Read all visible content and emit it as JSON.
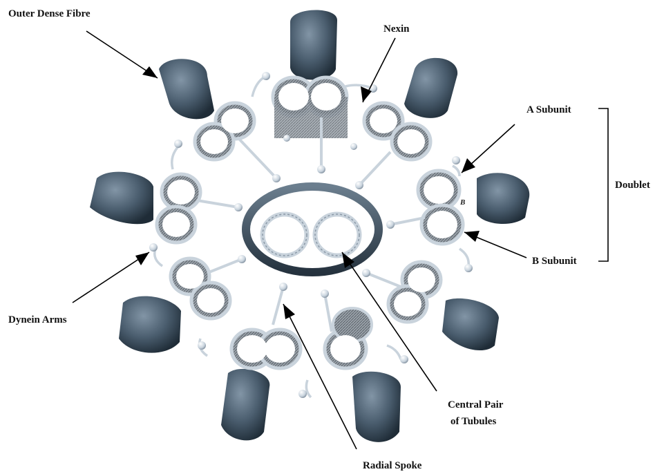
{
  "labels": {
    "outer_dense_fibre": "Outer Dense Fibre",
    "nexin": "Nexin",
    "a_subunit": "A Subunit",
    "doublet": "Doublet",
    "b_subunit": "B Subunit",
    "dynein_arms": "Dynein Arms",
    "central_pair_line1": "Central Pair",
    "central_pair_line2": "of Tubules",
    "radial_spoke": "Radial Spoke",
    "doublet_b_mark": "B"
  },
  "colors": {
    "fibre_dark": "#2f3f4d",
    "fibre_light": "#6f8496",
    "tubule_gray": "#8a9097",
    "tubule_light": "#c9d3dc",
    "bead": "#d8e2ea",
    "ring": "#3c4c5a"
  }
}
